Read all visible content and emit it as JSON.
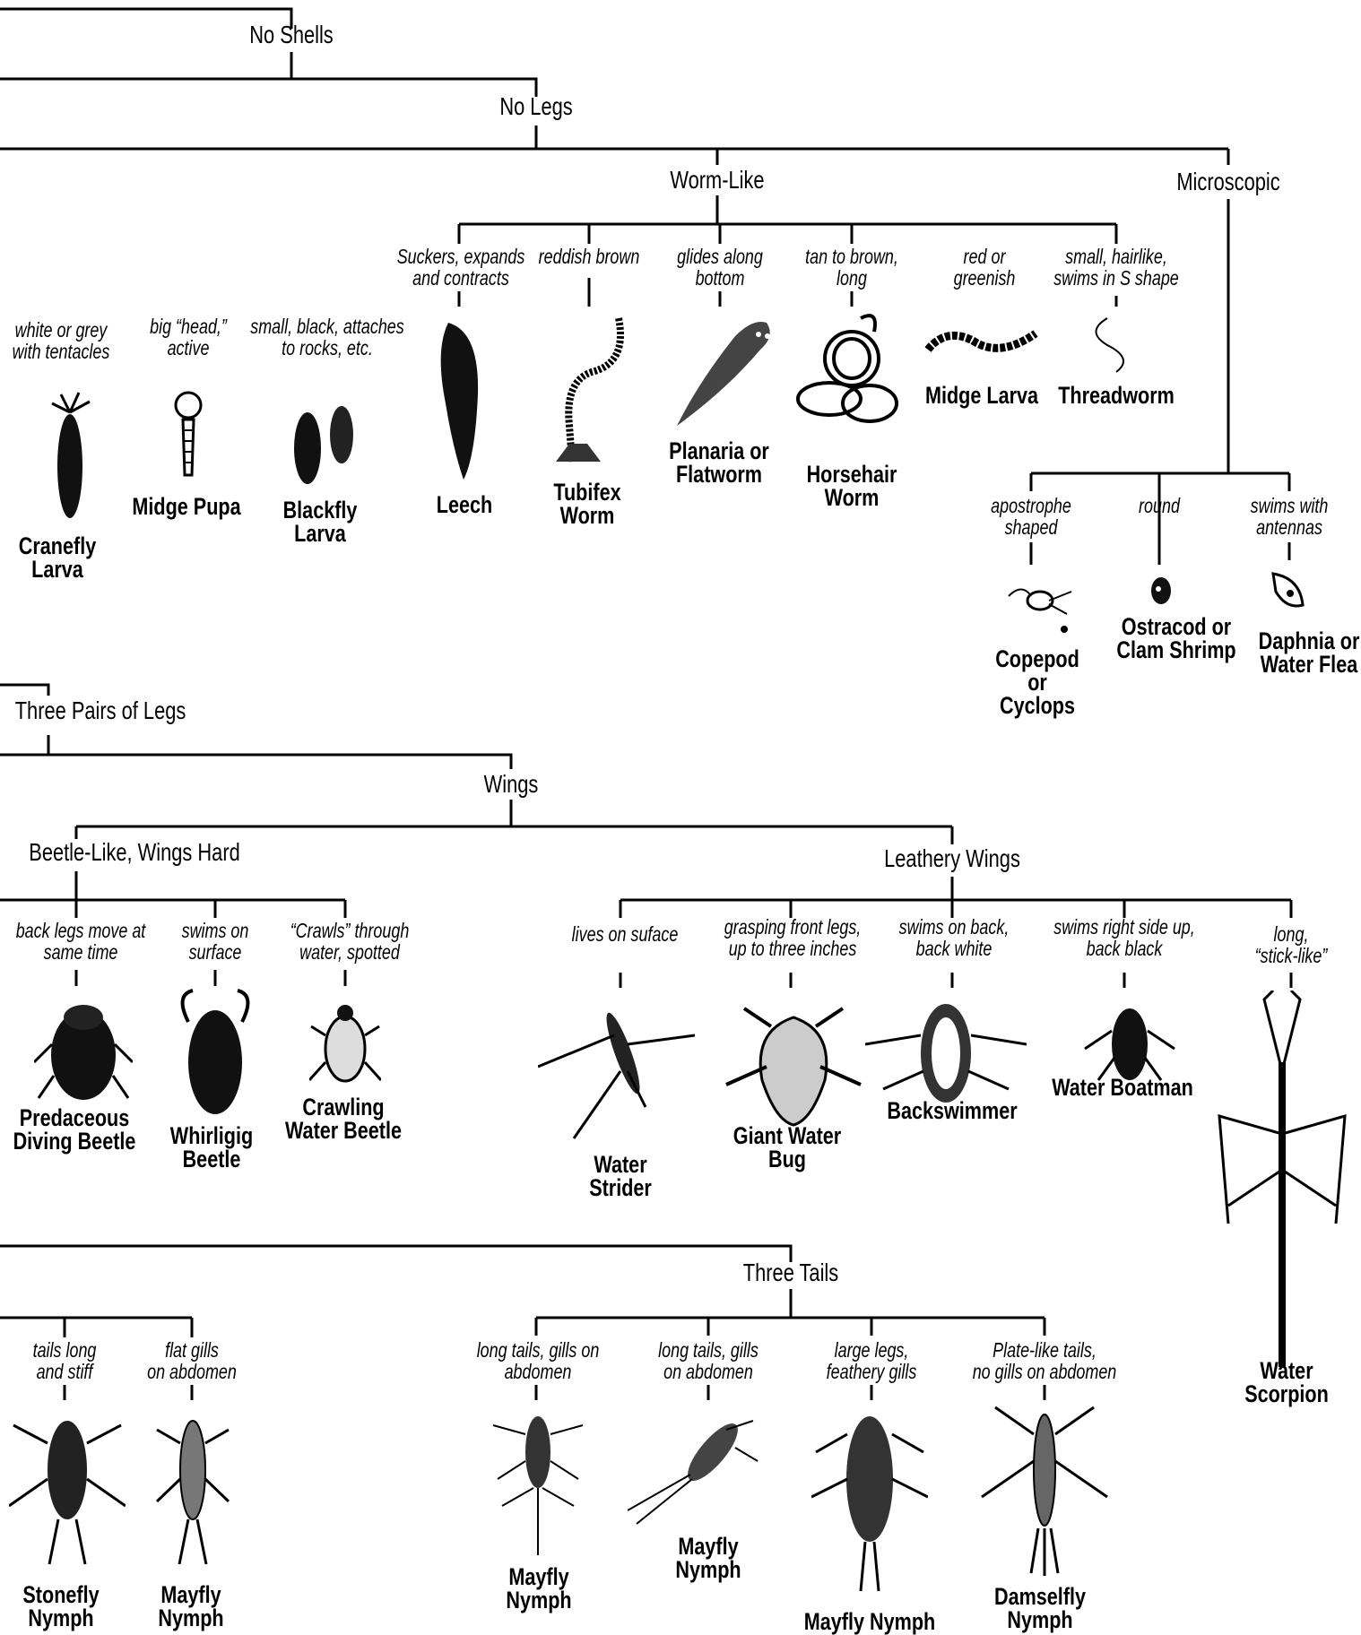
{
  "headings": {
    "no_shells": "No Shells",
    "no_legs": "No Legs",
    "worm_like": "Worm-Like",
    "microscopic": "Microscopic",
    "three_pairs_of_legs": "Three Pairs of Legs",
    "wings": "Wings",
    "beetle_like": "Beetle-Like, Wings Hard",
    "leathery_wings": "Leathery Wings",
    "three_tails": "Three Tails"
  },
  "descriptions": {
    "white_grey": "white or grey\nwith tentacles",
    "big_head": "big “head,”\nactive",
    "small_black": "small, black, attaches\nto rocks, etc.",
    "suckers": "Suckers, expands\nand contracts",
    "reddish": "reddish brown",
    "glides": "glides along\nbottom",
    "tan_brown": "tan to brown,\nlong",
    "red_green": "red or\ngreenish",
    "hairlike": "small, hairlike,\nswims in S shape",
    "apostrophe": "apostrophe\nshaped",
    "round": "round",
    "antennas": "swims with\nantennas",
    "back_legs": "back legs move at\nsame time",
    "swims_surface": "swims on\nsurface",
    "crawls": "“Crawls” through\nwater, spotted",
    "lives_surface": "lives on suface",
    "grasping": "grasping front legs,\nup to three inches",
    "swims_back": "swims on back,\nback white",
    "swims_right": "swims right side up,\nback black",
    "long_stick": "long,\n“stick-like”",
    "tails_long": "tails long\nand stiff",
    "flat_gills": "flat gills\non abdomen",
    "long_tails_1": "long tails, gills on\nabdomen",
    "long_tails_2": "long tails, gills\non abdomen",
    "large_legs": "large legs,\nfeathery gills",
    "plate_tails": "Plate-like tails,\nno gills on abdomen"
  },
  "organisms": {
    "cranefly": "Cranefly\nLarva",
    "midge_pupa": "Midge Pupa",
    "blackfly": "Blackfly\nLarva",
    "leech": "Leech",
    "tubifex": "Tubifex\nWorm",
    "planaria": "Planaria or\nFlatworm",
    "horsehair": "Horsehair\nWorm",
    "midge_larva": "Midge Larva",
    "threadworm": "Threadworm",
    "copepod": "Copepod\nor\nCyclops",
    "ostracod": "Ostracod or\nClam Shrimp",
    "daphnia": "Daphnia or\nWater Flea",
    "predaceous": "Predaceous\nDiving Beetle",
    "whirligig": "Whirligig\nBeetle",
    "crawling_beetle": "Crawling\nWater Beetle",
    "water_strider": "Water\nStrider",
    "giant_water_bug": "Giant Water\nBug",
    "backswimmer": "Backswimmer",
    "water_boatman": "Water Boatman",
    "water_scorpion": "Water\nScorpion",
    "stonefly": "Stonefly\nNymph",
    "mayfly_1": "Mayfly\nNymph",
    "mayfly_2": "Mayfly\nNymph",
    "mayfly_3": "Mayfly\nNymph",
    "mayfly_4": "Mayfly Nymph",
    "damselfly": "Damselfly\nNymph"
  }
}
